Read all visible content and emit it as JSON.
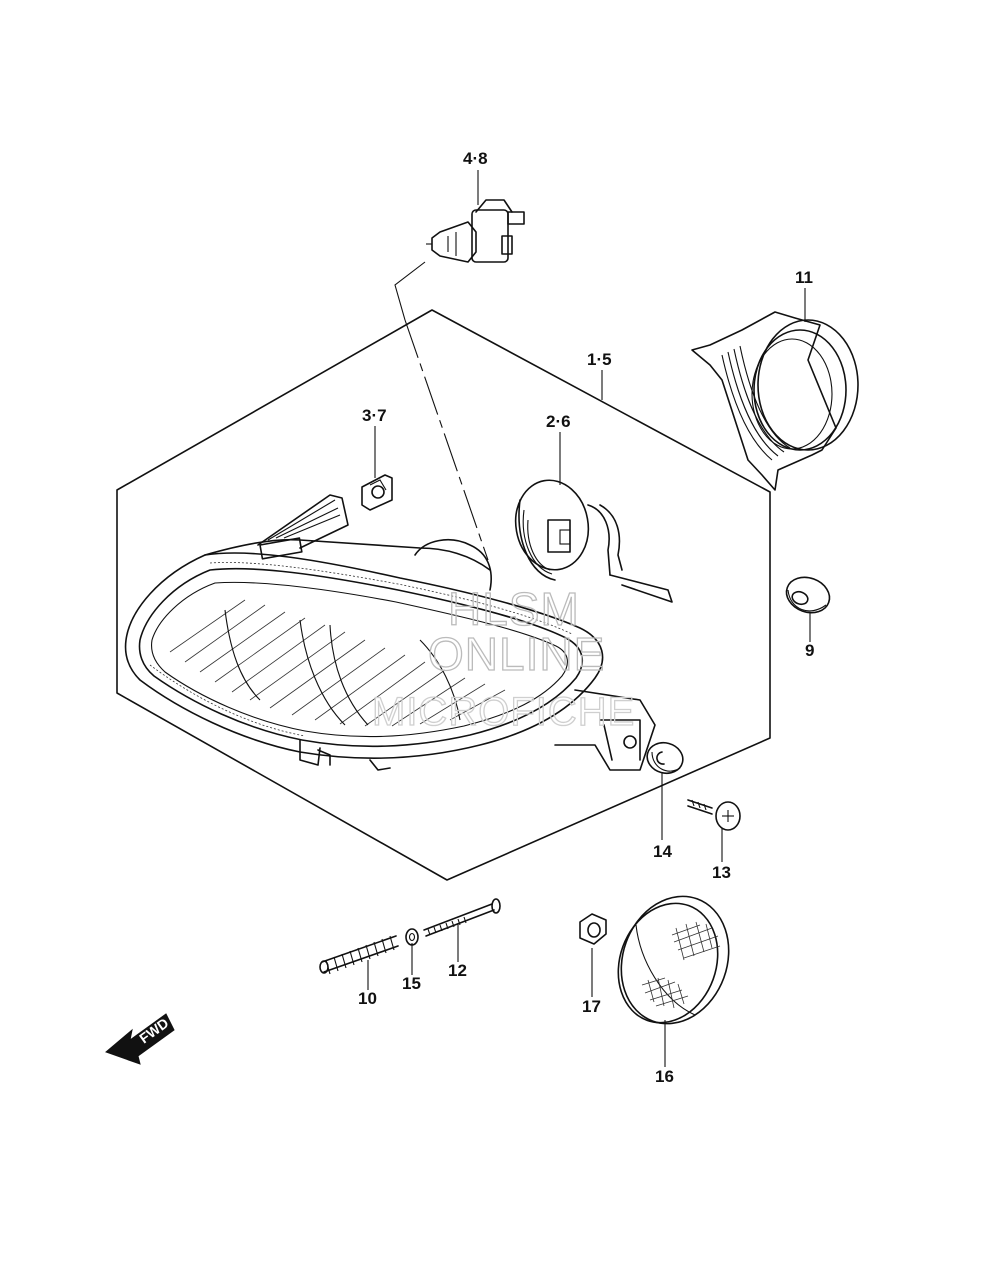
{
  "callouts": [
    {
      "id": "c-4-8",
      "text": "4·8"
    },
    {
      "id": "c-11",
      "text": "11"
    },
    {
      "id": "c-1-5",
      "text": "1·5"
    },
    {
      "id": "c-3-7",
      "text": "3·7"
    },
    {
      "id": "c-2-6",
      "text": "2·6"
    },
    {
      "id": "c-9",
      "text": "9"
    },
    {
      "id": "c-14",
      "text": "14"
    },
    {
      "id": "c-13",
      "text": "13"
    },
    {
      "id": "c-10",
      "text": "10"
    },
    {
      "id": "c-15",
      "text": "15"
    },
    {
      "id": "c-12",
      "text": "12"
    },
    {
      "id": "c-17",
      "text": "17"
    },
    {
      "id": "c-16",
      "text": "16"
    }
  ],
  "watermark": {
    "line1": "HLSM",
    "line2": "ONLINE",
    "line3": "MICROFICHE"
  },
  "direction_label": "FWD"
}
